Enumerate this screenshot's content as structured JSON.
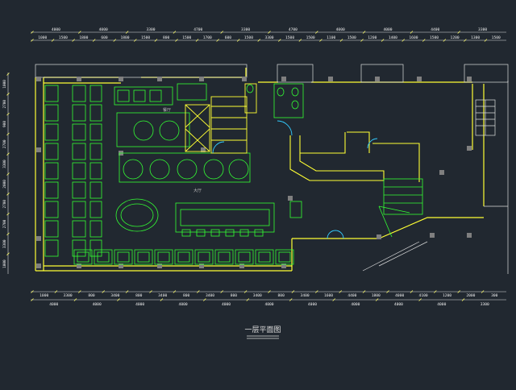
{
  "drawing": {
    "title_label": "一层平面图",
    "room_labels": {
      "dining": "餐厅",
      "hall": "大厅"
    },
    "top_dimensions": {
      "outer": [
        "4000",
        "4000",
        "3300",
        "4700",
        "3300",
        "4700",
        "4000",
        "4000",
        "4400",
        "3300"
      ],
      "inner": [
        "1000",
        "1500",
        "1800",
        "600",
        "1800",
        "1500",
        "800",
        "1500",
        "1700",
        "600",
        "1500",
        "3300",
        "1500",
        "1500",
        "1100",
        "1500",
        "1200",
        "1400",
        "1600",
        "1500",
        "1200",
        "1300",
        "1500"
      ]
    },
    "bottom_dimensions": {
      "inner": [
        "1000",
        "3300",
        "800",
        "3400",
        "800",
        "3400",
        "800",
        "3400",
        "800",
        "3400",
        "800",
        "3400",
        "1600",
        "4400",
        "1800",
        "4000",
        "4100",
        "1200",
        "2000",
        "300"
      ],
      "outer": [
        "4000",
        "4000",
        "4000",
        "4000",
        "4000",
        "4000",
        "4000",
        "4000",
        "4000",
        "4000",
        "3300"
      ]
    },
    "left_dimensions": [
      "1000",
      "2700",
      "900",
      "2700",
      "3300",
      "2000",
      "2700",
      "2700",
      "3300",
      "1000"
    ],
    "colors": {
      "background": "#212830",
      "wall": "#ffff33",
      "furniture": "#33ff33",
      "dimension": "#eeeeee",
      "column": "#7f7f7f",
      "door": "#33ccff"
    }
  }
}
